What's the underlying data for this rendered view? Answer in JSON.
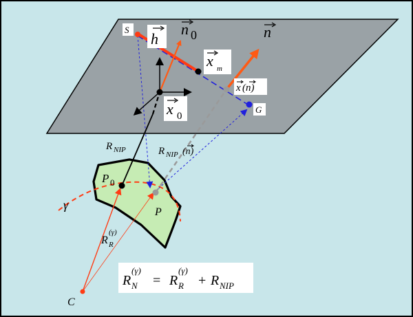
{
  "labels": {
    "S": "S",
    "h": "h",
    "n0": "n",
    "n0_sub": "0",
    "n": "n",
    "xm": "x",
    "xm_sub": "m",
    "xn": "x",
    "xn_arg": "(n)",
    "G": "G",
    "x0": "x",
    "x0_sub": "0",
    "RNIP": "R",
    "RNIP_sub": "NIP",
    "RNIPn": "R",
    "RNIPn_sub": "NIP",
    "RNIPn_arg": "(n)",
    "P0": "P",
    "P0_sub": "0",
    "P": "P",
    "gamma": "γ",
    "RR": "R",
    "RR_sub": "R",
    "RR_sup": "(γ)",
    "C": "C",
    "formula": {
      "lhs": "R",
      "lhs_sub": "N",
      "lhs_sup": "(γ)",
      "eq": "=",
      "r1": "R",
      "r1_sub": "R",
      "r1_sup": "(γ)",
      "plus": "+",
      "r2": "R",
      "r2_sub": "NIP"
    }
  },
  "colors": {
    "background": "#c8e6ea",
    "plane": "#9aa2a6",
    "surface": "#c6ecb4",
    "red": "#ff3c14",
    "orange": "#ff5a14",
    "blue": "#2020dd",
    "gray": "#9a9a9a",
    "black": "#000000"
  }
}
